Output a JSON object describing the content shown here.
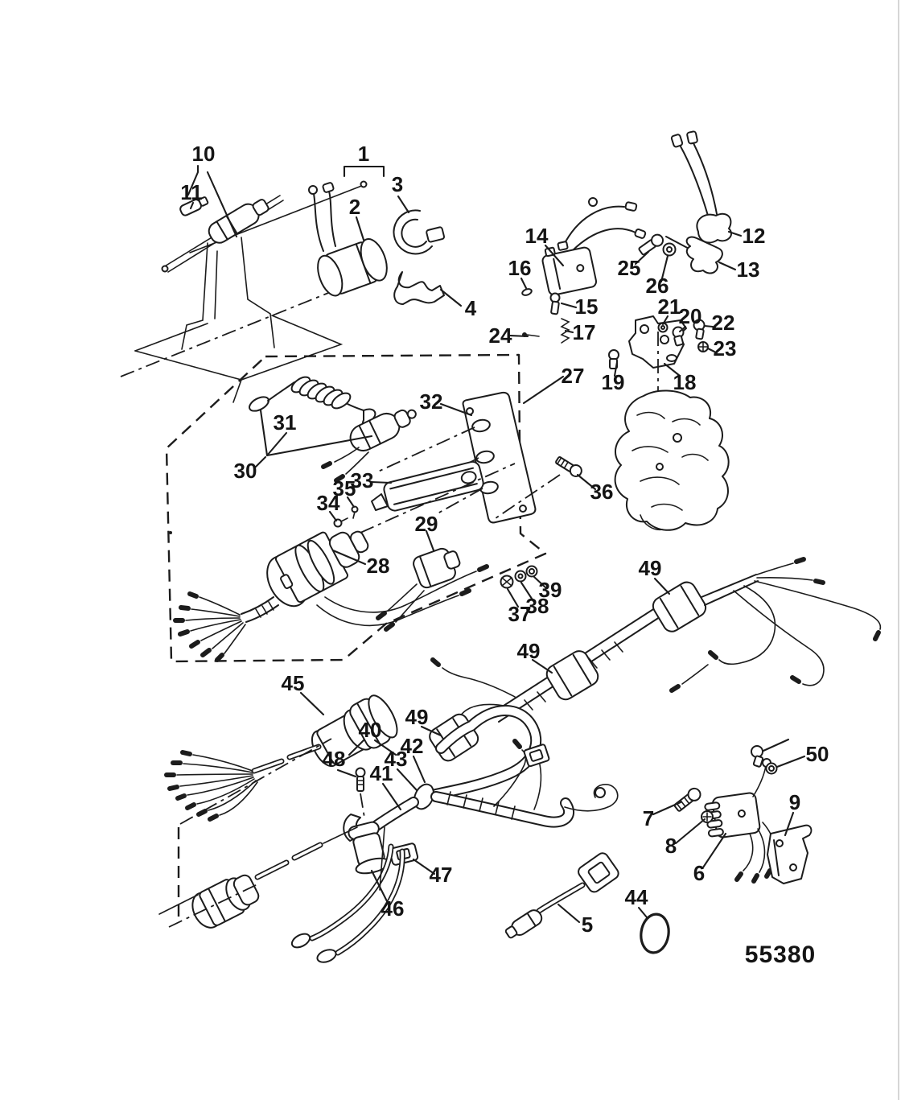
{
  "diagram": {
    "drawing_number": "55380",
    "style": {
      "line_color": "#1c1c1c",
      "background": "#ffffff"
    },
    "callouts": {
      "1": "1",
      "2": "2",
      "3": "3",
      "4": "4",
      "5": "5",
      "6": "6",
      "7": "7",
      "8": "8",
      "9": "9",
      "10": "10",
      "11": "11",
      "12": "12",
      "13": "13",
      "14": "14",
      "15": "15",
      "16": "16",
      "17": "17",
      "18": "18",
      "19": "19",
      "20": "20",
      "21": "21",
      "22": "22",
      "23": "23",
      "24": "24",
      "25": "25",
      "26": "26",
      "27": "27",
      "28": "28",
      "29": "29",
      "30": "30",
      "31": "31",
      "32": "32",
      "33": "33",
      "34": "34",
      "35": "35",
      "36": "36",
      "37": "37",
      "38": "38",
      "39": "39",
      "40": "40",
      "41": "41",
      "42": "42",
      "43": "43",
      "44": "44",
      "45": "45",
      "46": "46",
      "47": "47",
      "48": "48",
      "49": "49",
      "50": "50"
    }
  }
}
